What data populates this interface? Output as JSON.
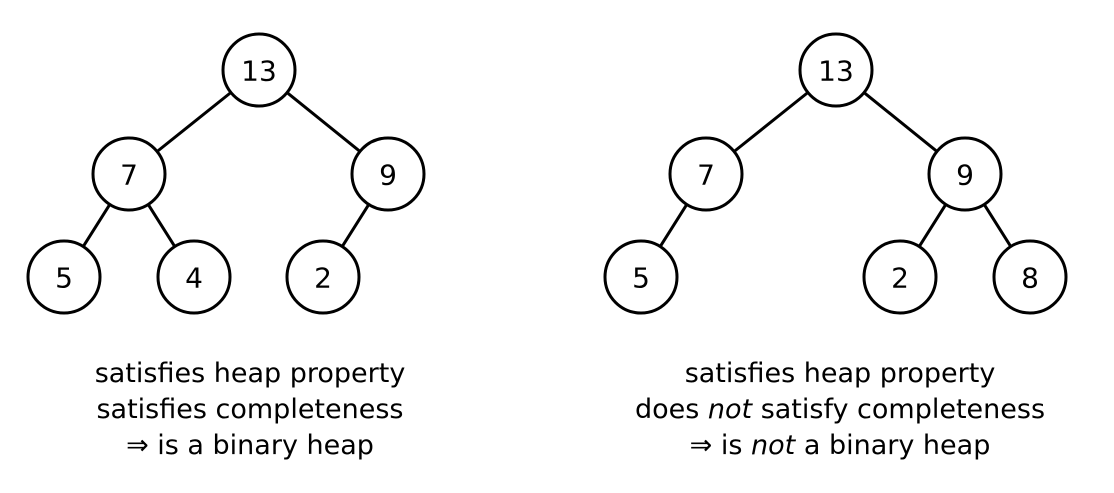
{
  "diagrams": [
    {
      "nodes": [
        {
          "id": "root",
          "label": "13"
        },
        {
          "id": "l",
          "label": "7"
        },
        {
          "id": "r",
          "label": "9"
        },
        {
          "id": "ll",
          "label": "5"
        },
        {
          "id": "lr",
          "label": "4"
        },
        {
          "id": "rl",
          "label": "2"
        }
      ],
      "edges": [
        [
          "root",
          "l"
        ],
        [
          "root",
          "r"
        ],
        [
          "l",
          "ll"
        ],
        [
          "l",
          "lr"
        ],
        [
          "r",
          "rl"
        ]
      ],
      "caption": {
        "line1": "satisfies heap property",
        "line2": "satisfies completeness",
        "line3_prefix": "⇒ is a binary heap"
      }
    },
    {
      "nodes": [
        {
          "id": "root",
          "label": "13"
        },
        {
          "id": "l",
          "label": "7"
        },
        {
          "id": "r",
          "label": "9"
        },
        {
          "id": "ll",
          "label": "5"
        },
        {
          "id": "rl",
          "label": "2"
        },
        {
          "id": "rr",
          "label": "8"
        }
      ],
      "edges": [
        [
          "root",
          "l"
        ],
        [
          "root",
          "r"
        ],
        [
          "l",
          "ll"
        ],
        [
          "r",
          "rl"
        ],
        [
          "r",
          "rr"
        ]
      ],
      "caption": {
        "line1": "satisfies heap property",
        "line2_a": "does ",
        "line2_em": "not",
        "line2_b": " satisfy completeness",
        "line3_a": "⇒ is ",
        "line3_em": "not",
        "line3_b": " a binary heap"
      }
    }
  ]
}
